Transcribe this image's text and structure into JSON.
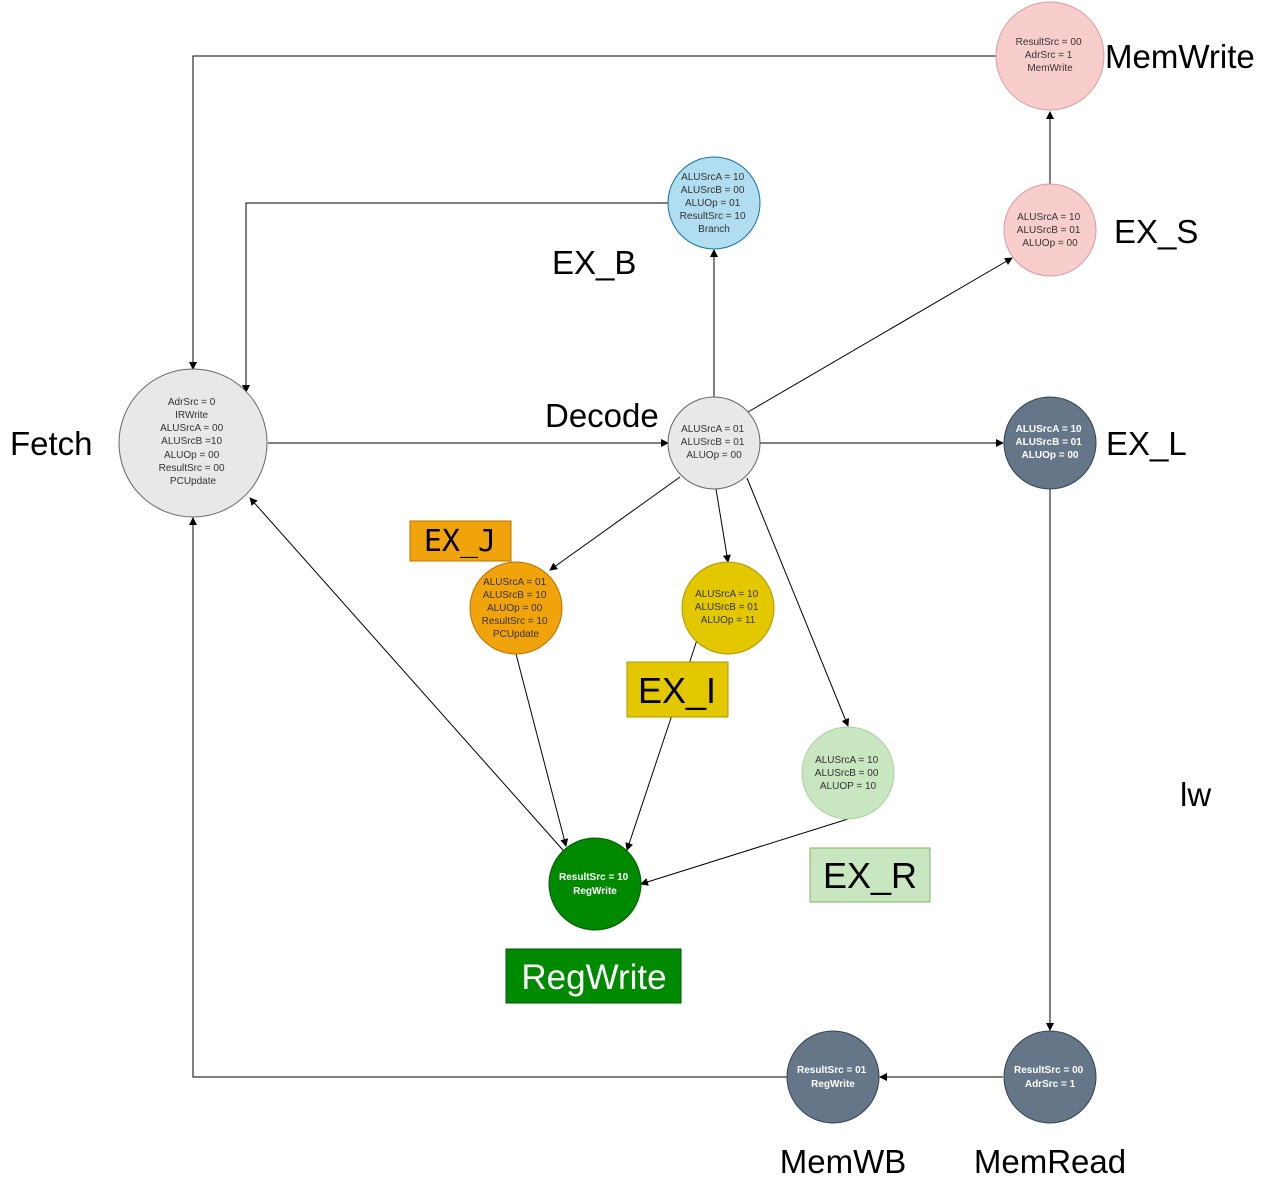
{
  "states": {
    "fetch": {
      "name": "Fetch",
      "lines": [
        "AdrSrc = 0",
        "IRWrite",
        "ALUSrcA = 00",
        "ALUSrcB =10",
        "ALUOp = 00",
        "ResultSrc = 00",
        "PCUpdate"
      ],
      "fill": "#e0e0e0"
    },
    "decode": {
      "name": "Decode",
      "lines": [
        "ALUSrcA = 01",
        "ALUSrcB = 01",
        "ALUOp = 00"
      ],
      "fill": "#e0e0e0"
    },
    "ex_b": {
      "name": "EX_B",
      "lines": [
        "ALUSrcA = 10",
        "ALUSrcB = 00",
        "ALUOp = 01",
        "ResultSrc = 10",
        "Branch"
      ],
      "fill": "#b1ddf0"
    },
    "ex_s": {
      "name": "EX_S",
      "lines": [
        "ALUSrcA = 10",
        "ALUSrcB = 01",
        "ALUOp = 00"
      ],
      "fill": "#f8cecc"
    },
    "memwrite": {
      "name": "MemWrite",
      "lines": [
        "ResultSrc = 00",
        "AdrSrc = 1",
        "MemWrite"
      ],
      "fill": "#f8cecc"
    },
    "ex_l": {
      "name": "EX_L",
      "lines": [
        "ALUSrcA = 10",
        "ALUSrcB = 01",
        "ALUOp = 00"
      ],
      "fill": "#647687"
    },
    "ex_j": {
      "name": "EX_J",
      "lines": [
        "ALUSrcA = 01",
        "ALUSrcB = 10",
        "ALUOp = 00",
        "ResultSrc = 10",
        "PCUpdate"
      ],
      "fill": "#f0a30a"
    },
    "ex_i": {
      "name": "EX_I",
      "lines": [
        "ALUSrcA = 10",
        "ALUSrcB = 01",
        "ALUOp = 11"
      ],
      "fill": "#e3c800"
    },
    "ex_r": {
      "name": "EX_R",
      "lines": [
        "ALUSrcA = 10",
        "ALUSrcB = 00",
        "ALUOP = 10"
      ],
      "fill": "#c8e6c0"
    },
    "regwrite": {
      "name": "RegWrite",
      "lines": [
        "ResultSrc = 10",
        "RegWrite"
      ],
      "fill": "#008a00"
    },
    "memread": {
      "name": "MemRead",
      "lines": [
        "ResultSrc = 00",
        "AdrSrc = 1"
      ],
      "fill": "#647687"
    },
    "memwb": {
      "name": "MemWB",
      "lines": [
        "ResultSrc = 01",
        "RegWrite"
      ],
      "fill": "#647687"
    }
  },
  "annotations": {
    "lw": "lw"
  },
  "transitions": [
    [
      "fetch",
      "decode"
    ],
    [
      "decode",
      "ex_b"
    ],
    [
      "decode",
      "ex_s"
    ],
    [
      "ex_s",
      "memwrite"
    ],
    [
      "decode",
      "ex_l"
    ],
    [
      "decode",
      "ex_j"
    ],
    [
      "decode",
      "ex_i"
    ],
    [
      "decode",
      "ex_r"
    ],
    [
      "ex_j",
      "regwrite"
    ],
    [
      "ex_i",
      "regwrite"
    ],
    [
      "ex_r",
      "regwrite"
    ],
    [
      "regwrite",
      "fetch"
    ],
    [
      "ex_l",
      "memread"
    ],
    [
      "memread",
      "memwb"
    ],
    [
      "memwb",
      "fetch"
    ],
    [
      "memwrite",
      "fetch"
    ],
    [
      "ex_b",
      "fetch"
    ]
  ]
}
